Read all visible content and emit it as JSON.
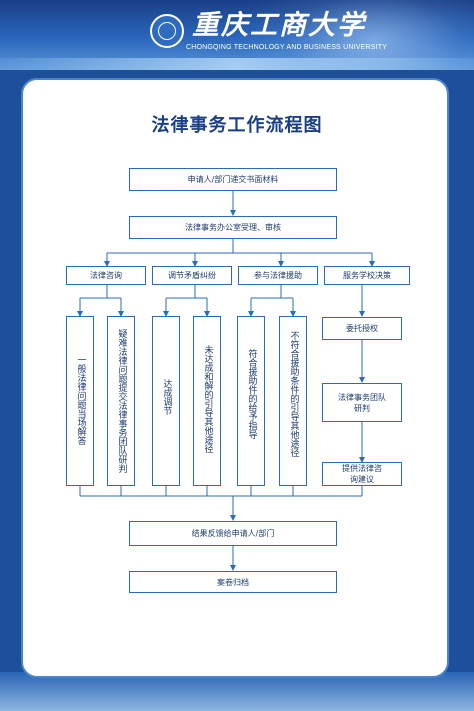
{
  "header": {
    "university_name": "重庆工商大学",
    "university_name_en": "CHONGQING TECHNOLOGY AND BUSINESS UNIVERSITY"
  },
  "title": "法律事务工作流程图",
  "flow": {
    "step1": "申请人/部门递交书面材料",
    "step2": "法律事务办公室受理、审核",
    "branches": [
      {
        "label": "法律咨询",
        "outcomes": [
          "一般法律问题当场解答",
          "疑难法律问题提交法律事务团队研判"
        ]
      },
      {
        "label": "调节矛盾纠纷",
        "outcomes": [
          "达成调节",
          "未达成和解的引导其他途径"
        ]
      },
      {
        "label": "参与法律援助",
        "outcomes": [
          "符合援助件的给予指导",
          "不符合援助条件的引导其他途径"
        ]
      },
      {
        "label": "服务学校决策",
        "outcomes": [
          "委托授权",
          "法律事务团队研判",
          "提供法律咨询建议"
        ]
      }
    ],
    "feedback": "结果反馈给申请人/部门",
    "archive": "案卷归档"
  }
}
